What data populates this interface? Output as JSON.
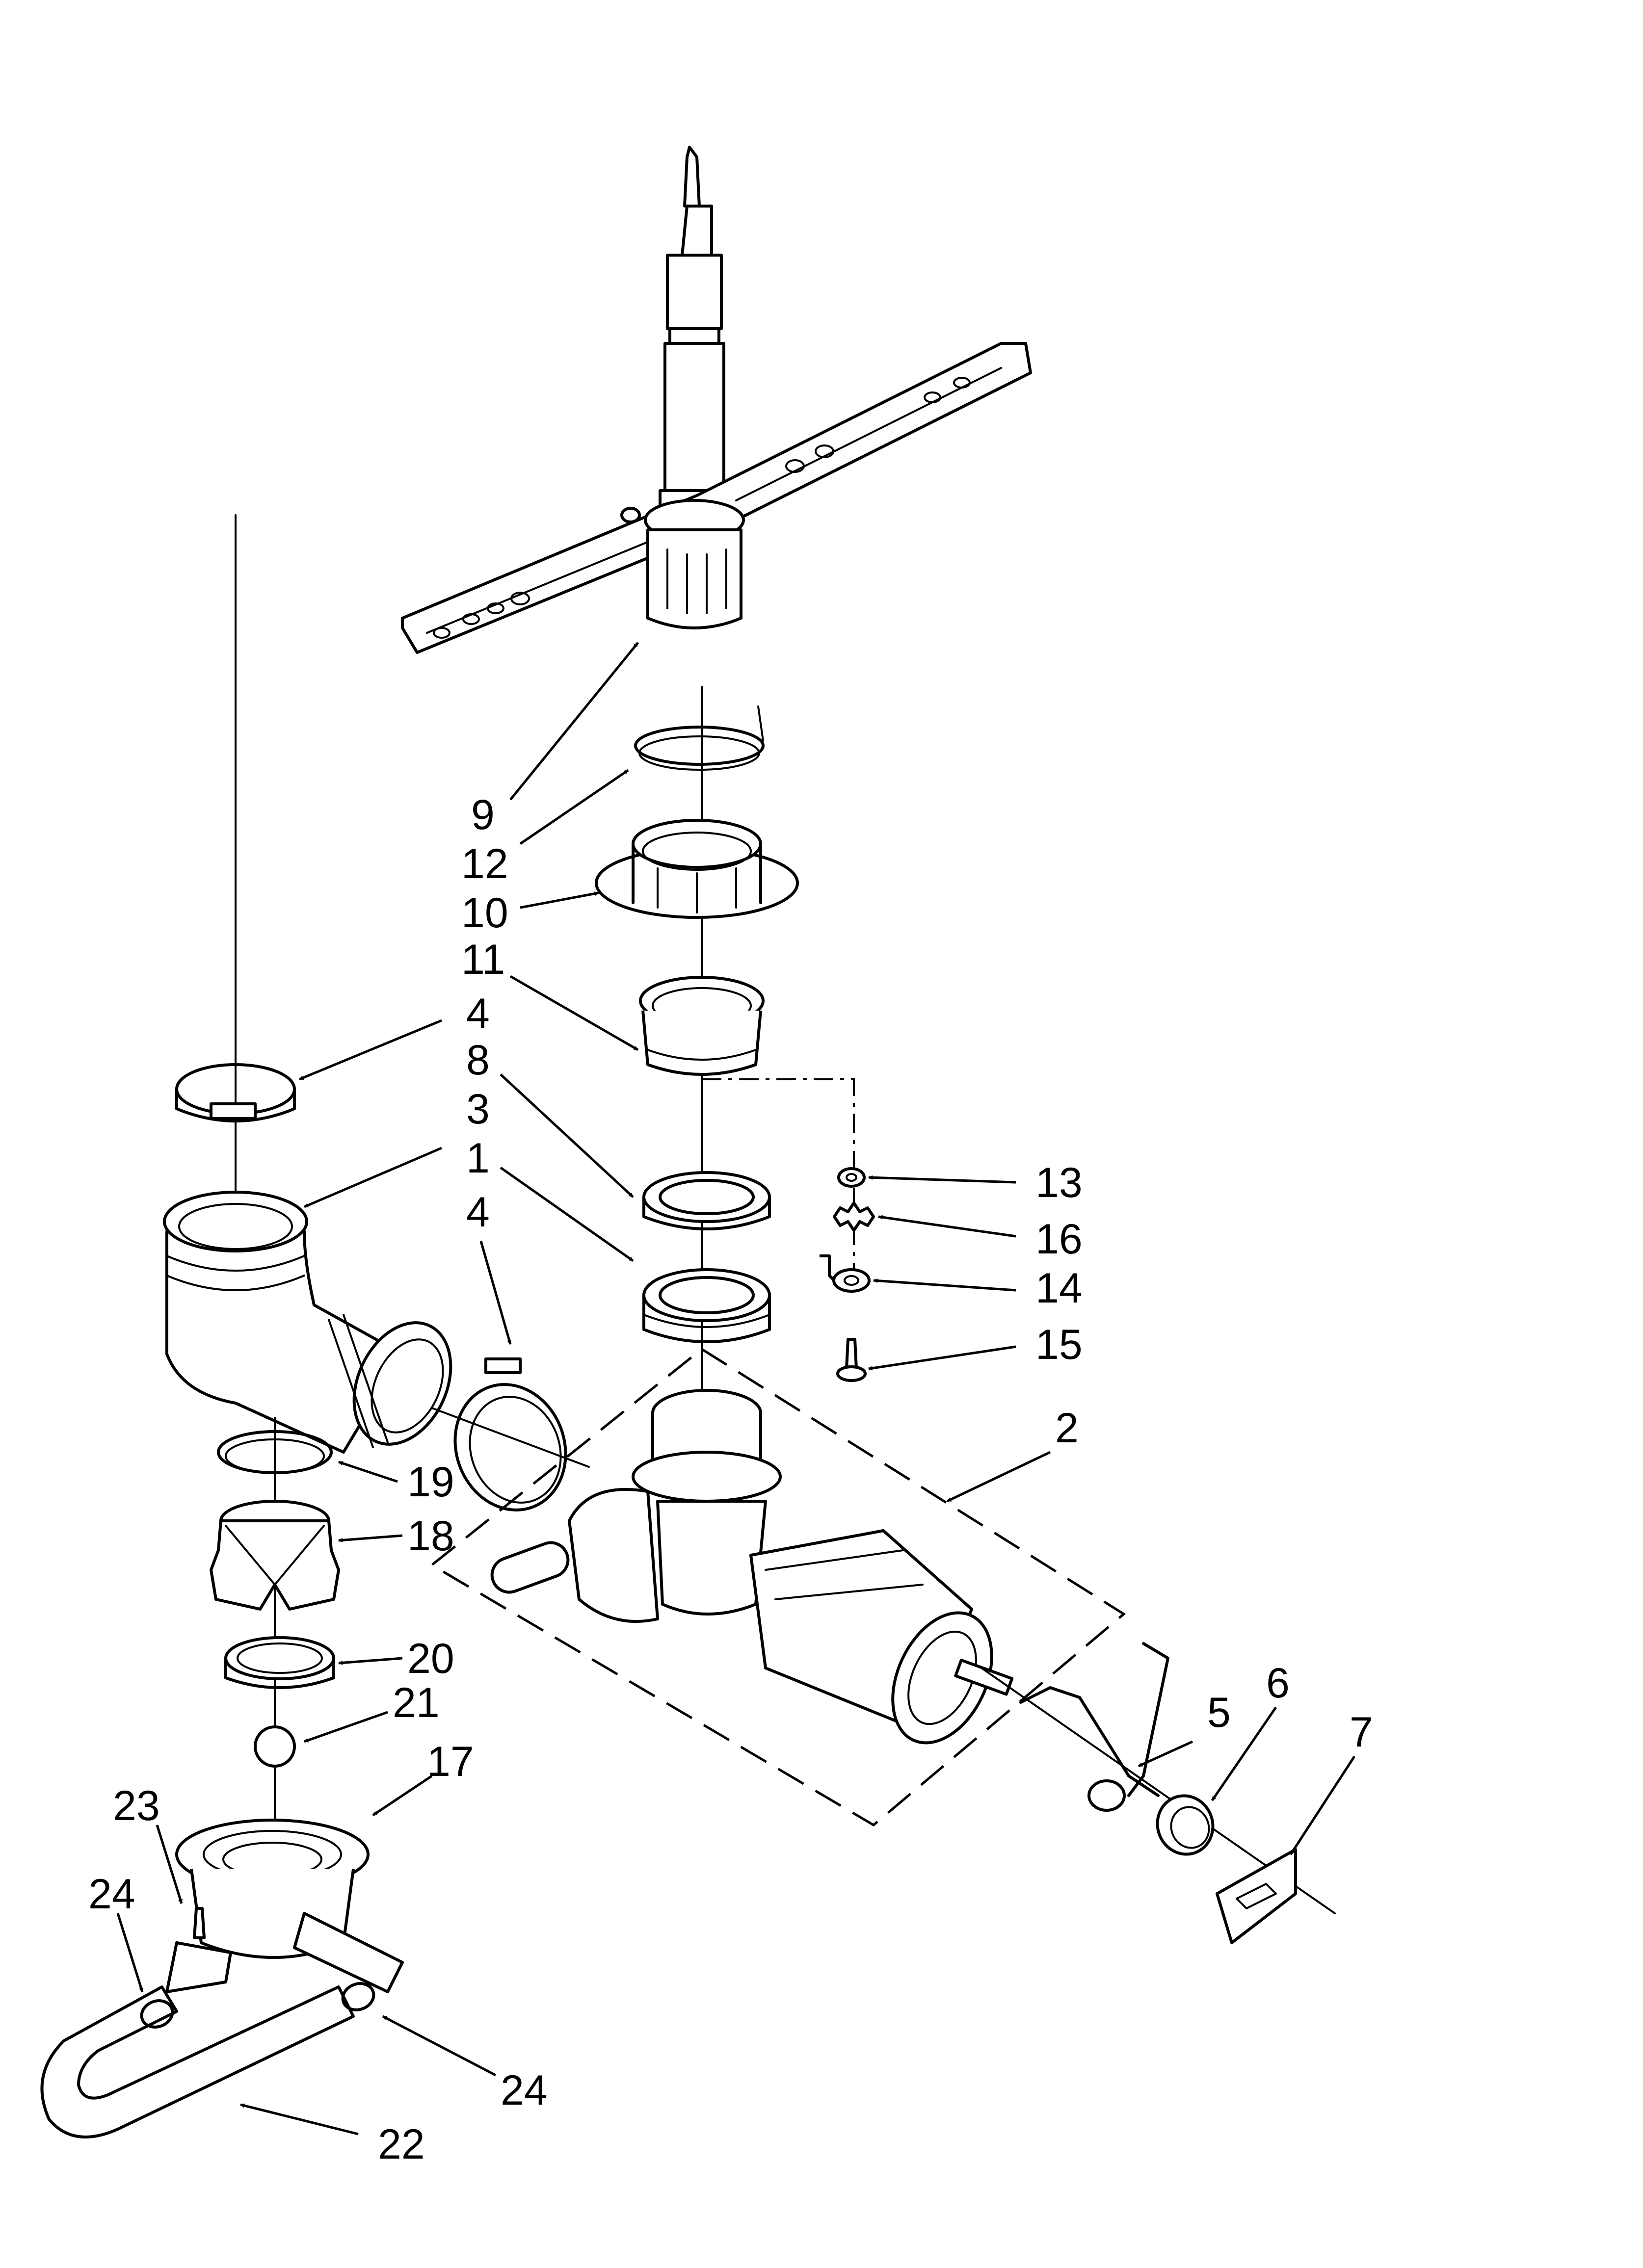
{
  "callouts": [
    "9",
    "12",
    "10",
    "11",
    "4",
    "8",
    "3",
    "1",
    "4",
    "13",
    "16",
    "14",
    "15",
    "2",
    "19",
    "18",
    "20",
    "21",
    "17",
    "23",
    "24",
    "5",
    "6",
    "7",
    "24",
    "22"
  ],
  "colors": {
    "ink": "#000000",
    "paper": "#ffffff"
  }
}
